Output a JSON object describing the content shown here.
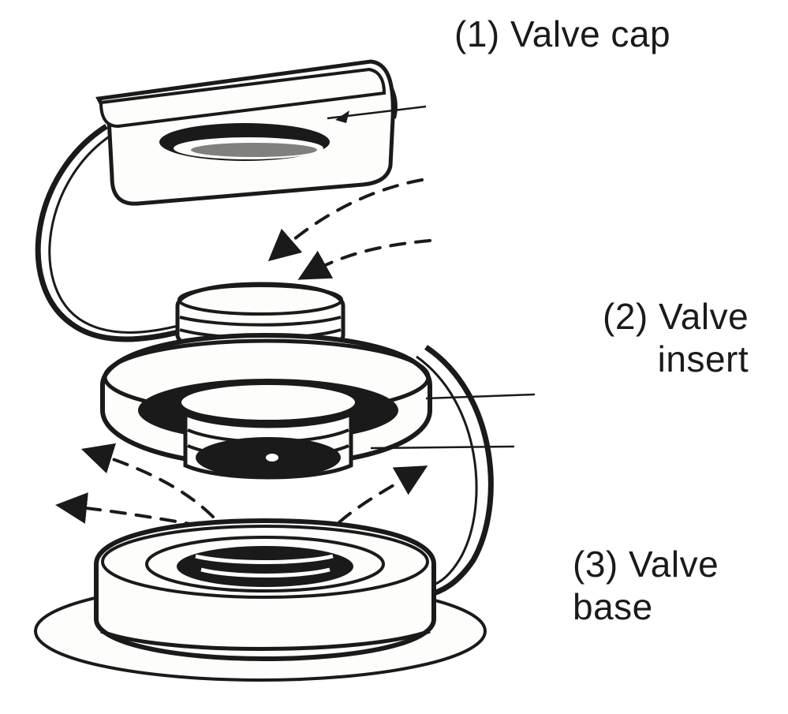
{
  "labels": {
    "cap": [
      "(1)  Valve cap"
    ],
    "insert": [
      "(2) Valve",
      "insert"
    ],
    "base": [
      "(3) Valve",
      "base"
    ]
  },
  "colors": {
    "ink": "#1a1a1a",
    "paper": "#ffffff",
    "part_fill": "#fdfdfb"
  }
}
